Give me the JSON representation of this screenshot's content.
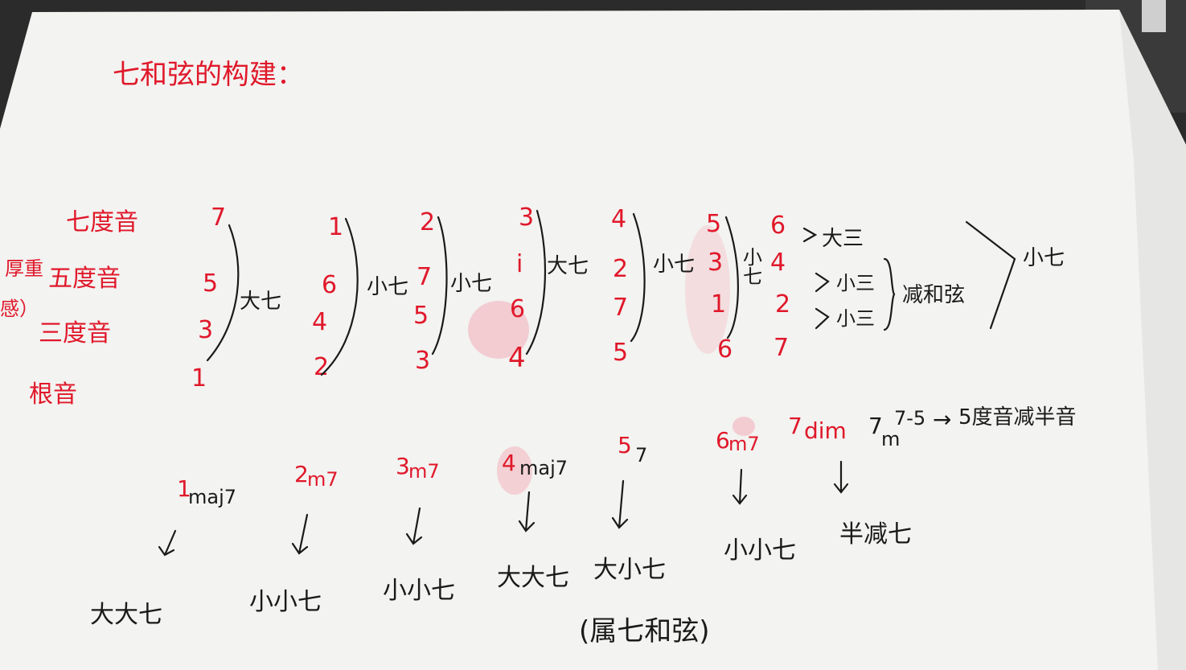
{
  "title": "七和弦的构建：",
  "row_labels": {
    "seventh": "七度音",
    "fifth": "五度音",
    "side_note_line1": "厚重",
    "side_note_line2": "感）",
    "third": "三度音",
    "root": "根音"
  },
  "columns": [
    {
      "notes": [
        "7",
        "5",
        "3",
        "1"
      ],
      "quality": "大七"
    },
    {
      "notes": [
        "1",
        "6",
        "4",
        "2"
      ],
      "quality": "小七"
    },
    {
      "notes": [
        "2",
        "7",
        "5",
        "3"
      ],
      "quality": "小七"
    },
    {
      "notes": [
        "3",
        "i",
        "6",
        "4"
      ],
      "quality": "大七"
    },
    {
      "notes": [
        "4",
        "2",
        "7",
        "5"
      ],
      "quality": "小七"
    },
    {
      "notes": [
        "5",
        "3",
        "1",
        "6"
      ],
      "quality": "小七"
    },
    {
      "notes": [
        "6",
        "4",
        "2",
        "7"
      ]
    }
  ],
  "intervals": {
    "top": "大三",
    "mid": "小三",
    "bottom": "小三",
    "group": "减和弦",
    "span": "小七"
  },
  "chord_names": [
    {
      "degree": "1",
      "suffix": "maj7",
      "type": "大大七"
    },
    {
      "degree": "2",
      "suffix": "m7",
      "type": "小小七"
    },
    {
      "degree": "3",
      "suffix": "m7",
      "type": "小小七"
    },
    {
      "degree": "4",
      "suffix": "maj7",
      "type": "大大七"
    },
    {
      "degree": "5",
      "suffix": "7",
      "type": "大小七"
    },
    {
      "degree": "6",
      "suffix": "m7",
      "type": "小小七"
    },
    {
      "degree": "7",
      "suffix": "dim",
      "type": "半减七"
    }
  ],
  "seventh_formula": {
    "base": "7",
    "sub": "m",
    "sup": "7-5",
    "arrow": "→",
    "text": "5度音减半音"
  },
  "dominant_note": "(属七和弦)",
  "colors": {
    "paper": "#f4f4f2",
    "ink_red": "#e0182a",
    "ink_black": "#1a1a1a",
    "desk": "#2d2d2d"
  }
}
